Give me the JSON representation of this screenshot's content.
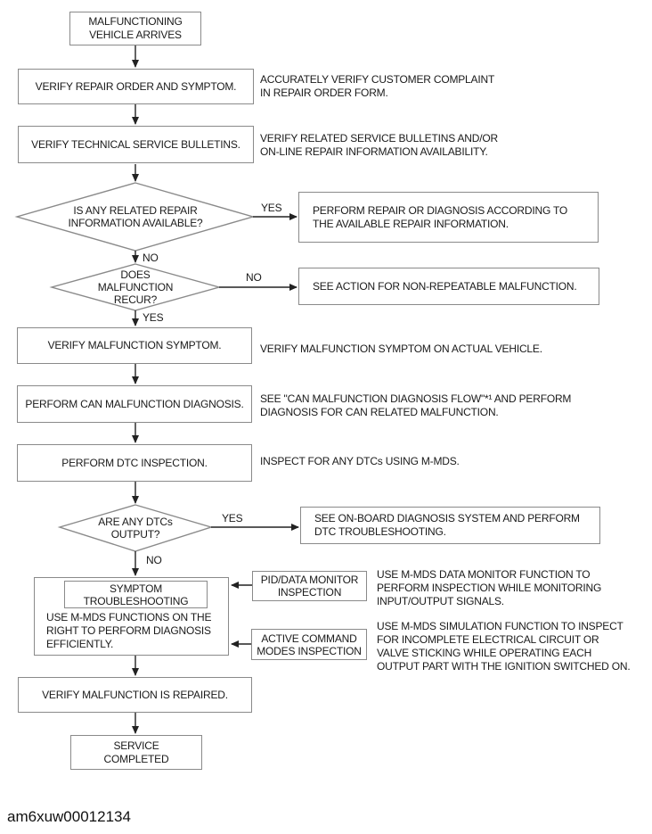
{
  "colors": {
    "background": "#ffffff",
    "box_border": "#8a8a8a",
    "connector": "#222222",
    "text": "#1a1a1a"
  },
  "footer_code": "am6xuw00012134",
  "nodes": {
    "start": {
      "label": "MALFUNCTIONING\nVEHICLE ARRIVES"
    },
    "verify_repair_order": {
      "label": "VERIFY REPAIR ORDER AND SYMPTOM.",
      "note": "ACCURATELY VERIFY CUSTOMER COMPLAINT\nIN REPAIR ORDER FORM."
    },
    "verify_tsb": {
      "label": "VERIFY TECHNICAL SERVICE BULLETINS.",
      "note": "VERIFY RELATED SERVICE BULLETINS AND/OR\nON-LINE REPAIR INFORMATION AVAILABILITY."
    },
    "decision_repair_info": {
      "label": "IS ANY RELATED REPAIR\nINFORMATION AVAILABLE?",
      "yes": "YES",
      "no": "NO"
    },
    "perform_repair": {
      "label": "PERFORM REPAIR OR DIAGNOSIS ACCORDING TO\nTHE AVAILABLE REPAIR INFORMATION."
    },
    "decision_recur": {
      "label": "DOES\nMALFUNCTION\nRECUR?",
      "yes": "YES",
      "no": "NO"
    },
    "non_repeatable": {
      "label": "SEE ACTION FOR NON-REPEATABLE MALFUNCTION."
    },
    "verify_symptom": {
      "label": "VERIFY MALFUNCTION SYMPTOM.",
      "note": "VERIFY MALFUNCTION SYMPTOM ON ACTUAL VEHICLE."
    },
    "can_diagnosis": {
      "label": "PERFORM CAN MALFUNCTION DIAGNOSIS.",
      "note": "SEE \"CAN MALFUNCTION DIAGNOSIS FLOW\"*¹ AND PERFORM\nDIAGNOSIS FOR CAN RELATED MALFUNCTION."
    },
    "dtc_inspection": {
      "label": "PERFORM DTC INSPECTION.",
      "note": "INSPECT FOR ANY DTCs USING M-MDS."
    },
    "decision_dtc": {
      "label": "ARE ANY DTCs\nOUTPUT?",
      "yes": "YES",
      "no": "NO"
    },
    "onboard_diagnosis": {
      "label": "SEE ON-BOARD DIAGNOSIS SYSTEM AND PERFORM\nDTC TROUBLESHOOTING."
    },
    "symptom_troubleshooting": {
      "title": "SYMPTOM\nTROUBLESHOOTING",
      "body": "USE M-MDS FUNCTIONS ON THE\nRIGHT TO PERFORM DIAGNOSIS\nEFFICIENTLY."
    },
    "pid_monitor": {
      "label": "PID/DATA MONITOR\nINSPECTION",
      "note": "USE M-MDS DATA MONITOR FUNCTION TO\nPERFORM INSPECTION WHILE MONITORING\nINPUT/OUTPUT SIGNALS."
    },
    "active_command": {
      "label": "ACTIVE COMMAND\nMODES INSPECTION",
      "note": "USE M-MDS SIMULATION FUNCTION TO INSPECT\nFOR INCOMPLETE ELECTRICAL CIRCUIT OR\nVALVE STICKING WHILE OPERATING EACH\nOUTPUT PART WITH THE IGNITION SWITCHED ON."
    },
    "verify_repaired": {
      "label": "VERIFY MALFUNCTION IS REPAIRED."
    },
    "service_completed": {
      "label": "SERVICE\nCOMPLETED"
    }
  }
}
